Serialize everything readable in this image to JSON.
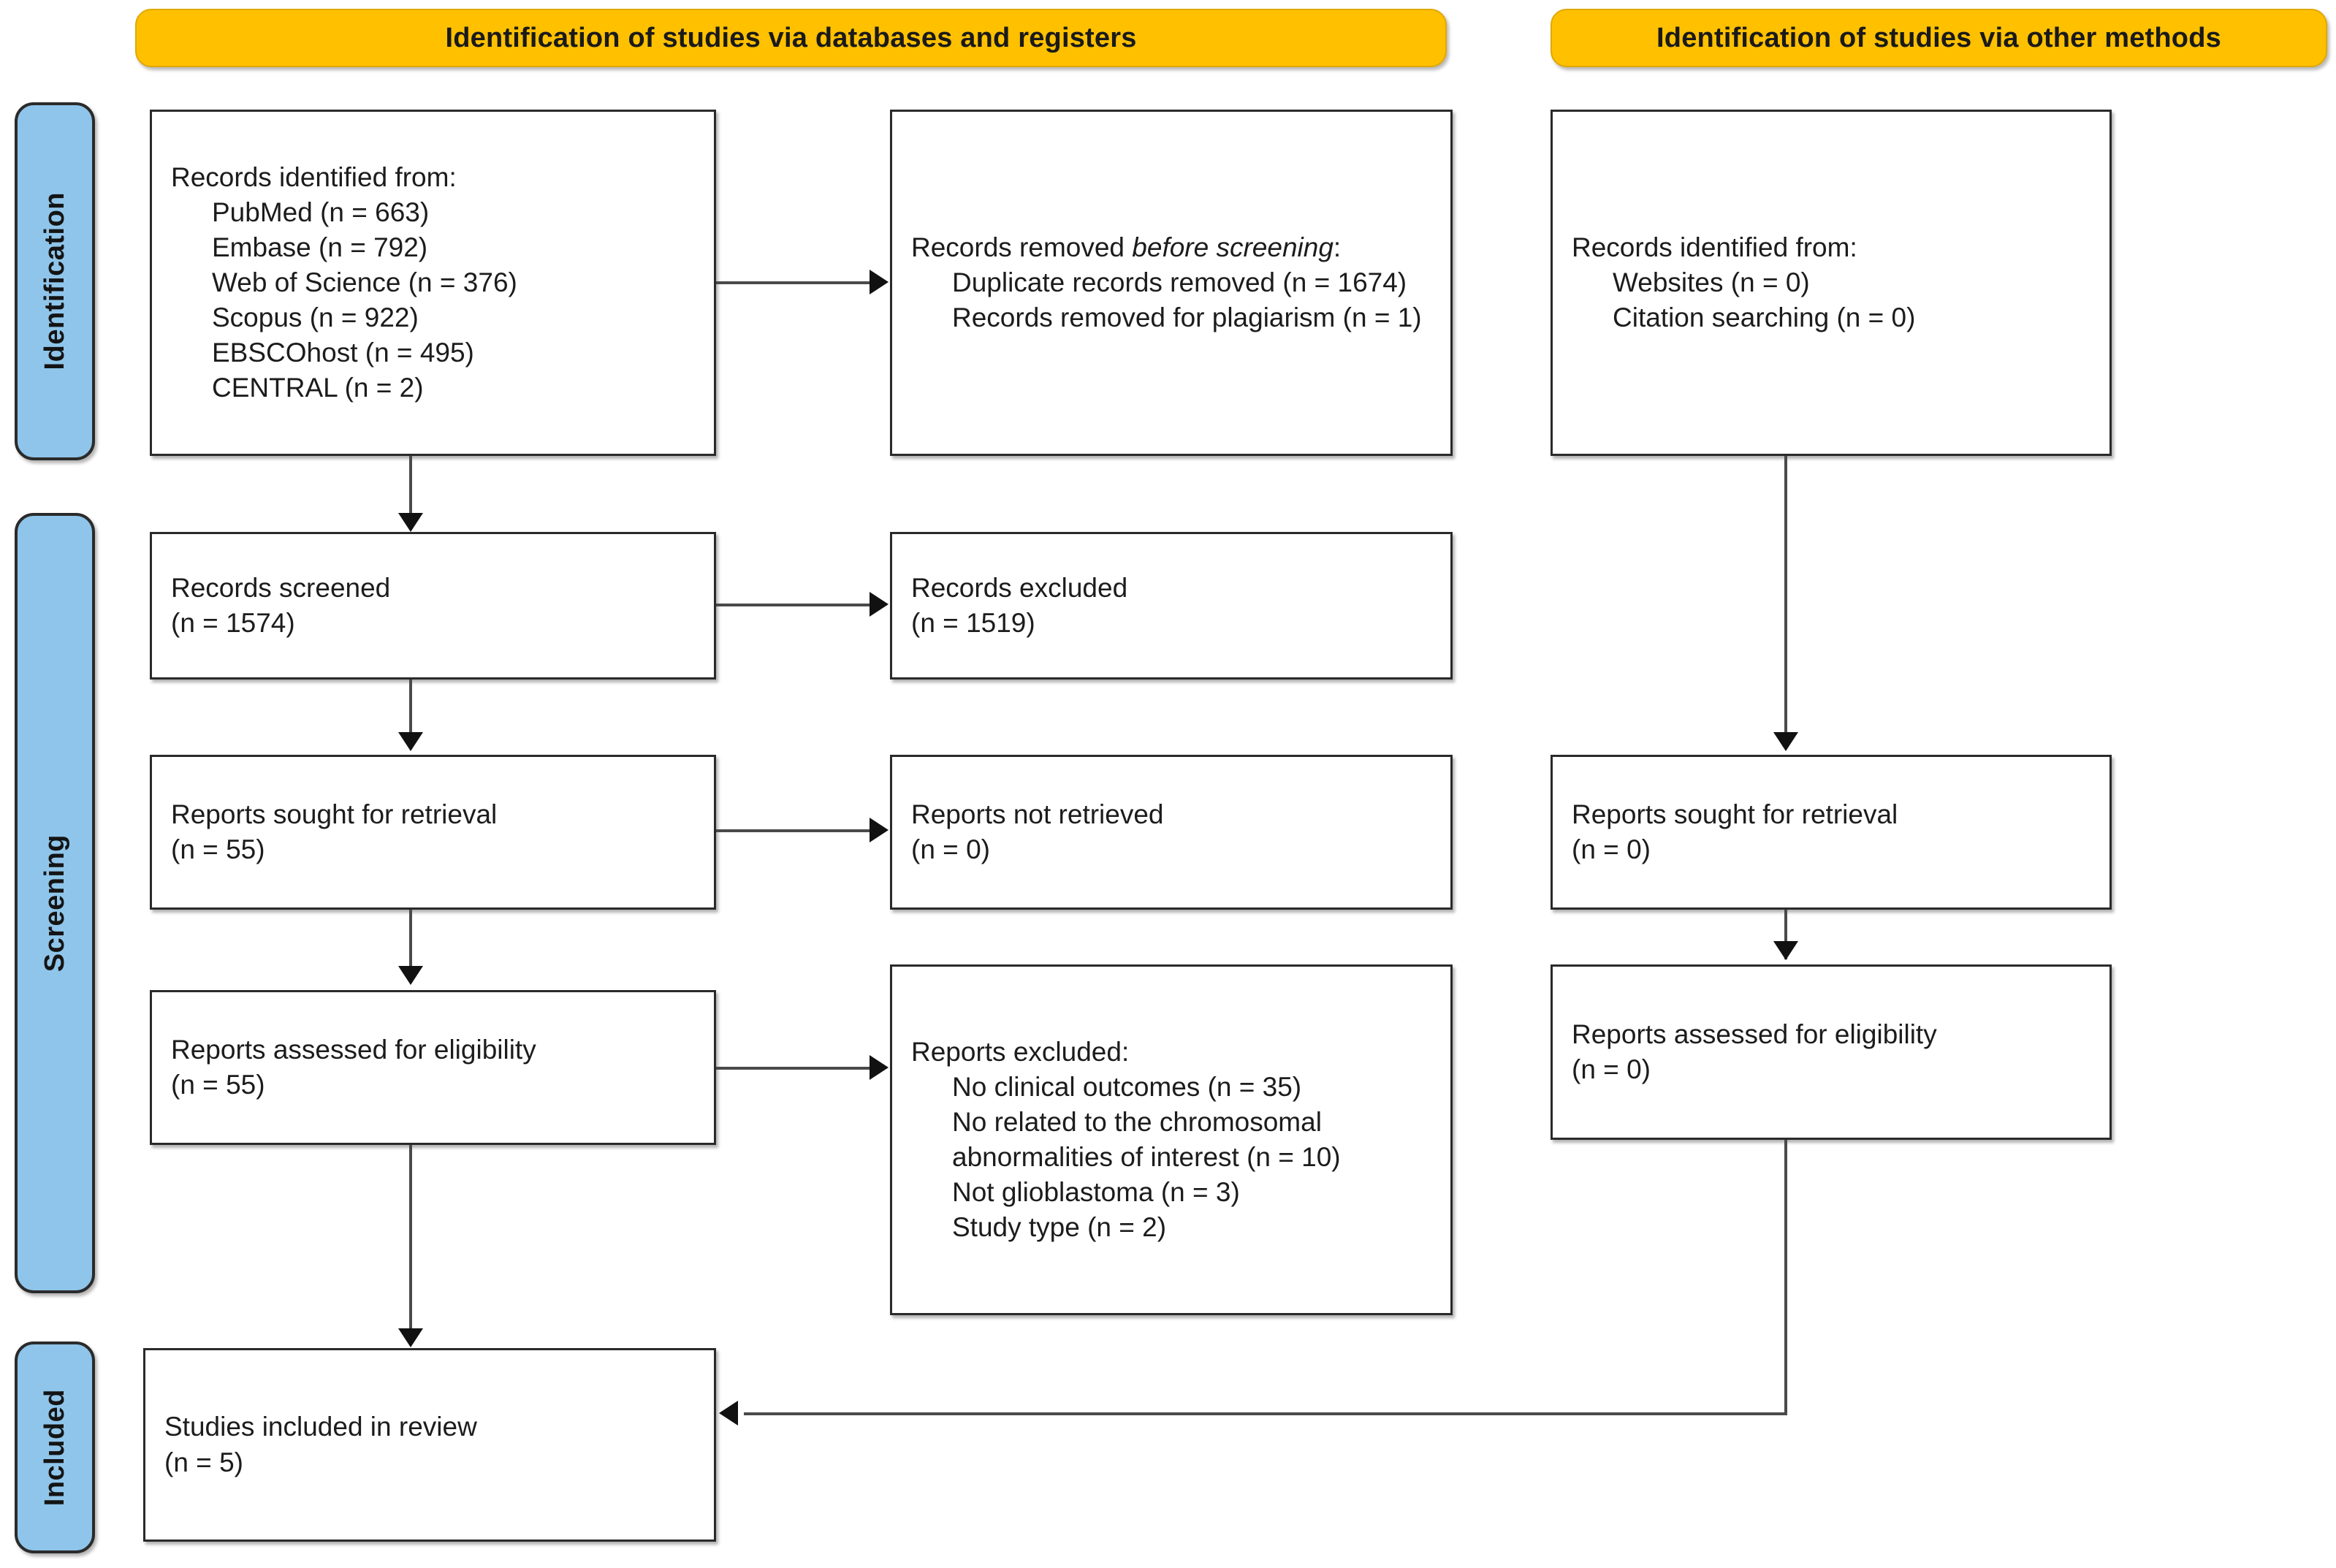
{
  "diagram": {
    "title": "PRISMA 2020 flow diagram",
    "colors": {
      "header_yellow": "#FFC000",
      "stage_blue": "#8FC5EA",
      "box_border": "#2A2A2A",
      "connector": "#4A4A4A"
    }
  },
  "headers": {
    "databases": "Identification of studies via databases and registers",
    "other_methods": "Identification of studies via other methods"
  },
  "stages": {
    "identification": "Identification",
    "screening": "Screening",
    "included": "Included"
  },
  "boxes": {
    "records_identified": {
      "title": "Records identified from:",
      "items": [
        "PubMed (n = 663)",
        "Embase (n = 792)",
        "Web of Science (n = 376)",
        "Scopus (n = 922)",
        "EBSCOhost (n = 495)",
        "CENTRAL (n = 2)"
      ]
    },
    "records_removed": {
      "title_pre": "Records removed ",
      "title_em": "before screening",
      "title_post": ":",
      "items": [
        "Duplicate records removed (n = 1674)",
        "Records removed for plagiarism (n = 1)"
      ]
    },
    "records_identified_other": {
      "title": "Records identified from:",
      "items": [
        "Websites (n = 0)",
        "Citation searching (n = 0)"
      ]
    },
    "records_screened": {
      "label": "Records screened",
      "count": "(n = 1574)"
    },
    "records_excluded": {
      "label": "Records excluded",
      "count": "(n = 1519)"
    },
    "reports_sought": {
      "label": "Reports sought for retrieval",
      "count": "(n = 55)"
    },
    "reports_not_retrieved": {
      "label": "Reports not retrieved",
      "count": "(n = 0)"
    },
    "reports_assessed": {
      "label": "Reports assessed for eligibility",
      "count": "(n = 55)"
    },
    "reports_excluded": {
      "title": "Reports excluded:",
      "items": [
        "No clinical outcomes (n = 35)",
        "No related to the chromosomal abnormalities of interest (n = 10)",
        "Not glioblastoma (n = 3)",
        "Study type (n = 2)"
      ]
    },
    "reports_sought_other": {
      "label": "Reports sought for retrieval",
      "count": "(n = 0)"
    },
    "reports_assessed_other": {
      "label": "Reports assessed for eligibility",
      "count": "(n = 0)"
    },
    "studies_included": {
      "label": "Studies included in review",
      "count": "(n = 5)"
    }
  }
}
